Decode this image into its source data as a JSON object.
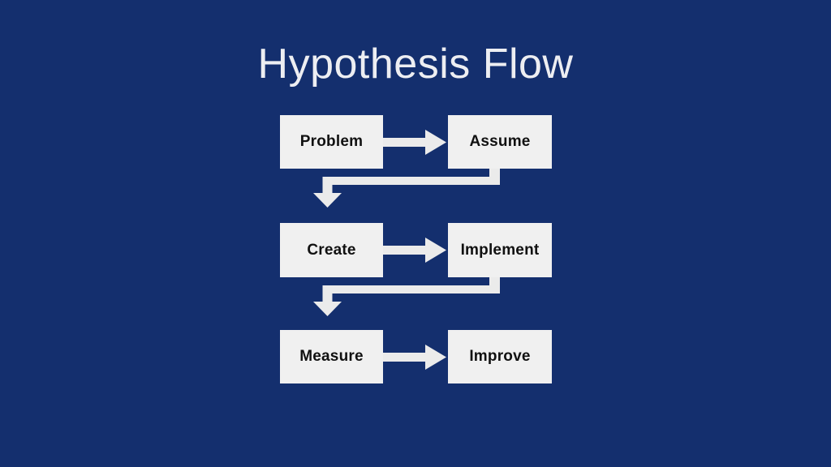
{
  "slide": {
    "title": "Hypothesis Flow",
    "background_color": "#142f6e",
    "node_fill_color": "#f0f0f0",
    "node_text_color": "#111111",
    "title_color": "#edeef2",
    "connector_color": "#ebebeb"
  },
  "diagram": {
    "type": "flowchart",
    "nodes": [
      {
        "id": "problem",
        "label": "Problem",
        "row": 1,
        "col": 1
      },
      {
        "id": "assume",
        "label": "Assume",
        "row": 1,
        "col": 2
      },
      {
        "id": "create",
        "label": "Create",
        "row": 2,
        "col": 1
      },
      {
        "id": "implement",
        "label": "Implement",
        "row": 2,
        "col": 2
      },
      {
        "id": "measure",
        "label": "Measure",
        "row": 3,
        "col": 1
      },
      {
        "id": "improve",
        "label": "Improve",
        "row": 3,
        "col": 2
      }
    ],
    "connectors": [
      {
        "id": "problem-to-assume",
        "from": "problem",
        "to": "assume",
        "kind": "arrow-right"
      },
      {
        "id": "assume-to-create",
        "from": "assume",
        "to": "create",
        "kind": "elbow-down-left"
      },
      {
        "id": "create-to-implement",
        "from": "create",
        "to": "implement",
        "kind": "arrow-right"
      },
      {
        "id": "implement-to-measure",
        "from": "implement",
        "to": "measure",
        "kind": "elbow-down-left"
      },
      {
        "id": "measure-to-improve",
        "from": "measure",
        "to": "improve",
        "kind": "arrow-right"
      }
    ]
  }
}
